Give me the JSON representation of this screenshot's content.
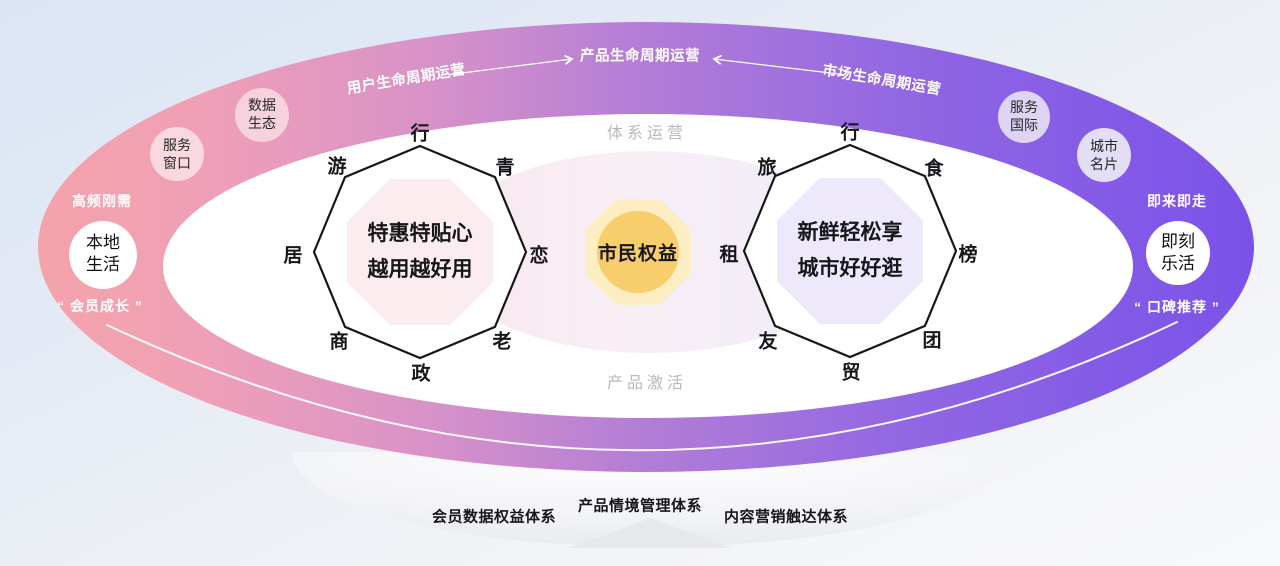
{
  "colors": {
    "ring_gradient_left": "#F4A3AA",
    "ring_gradient_mid": "#B27DD7",
    "ring_gradient_right": "#7A52E9",
    "sun_outer": "#FCEDC3",
    "sun_inner": "#F7CE6B",
    "left_octagon_glow": "#FBEDEF",
    "right_octagon_glow": "#EDE9FA",
    "pink_bubble": "#F8D6DD",
    "lavender_bubble": "#DFD8F4",
    "muted_text": "#B7B8BE",
    "dark_text": "#17171B"
  },
  "top_arc": {
    "left": "用户生命周期运营",
    "center": "产品生命周期运营",
    "right": "市场生命周期运营"
  },
  "inner_ring": {
    "top": "体系运营",
    "bottom": "产品激活"
  },
  "core": {
    "label": "市民权益"
  },
  "left_octagon": {
    "title_line1": "特惠特贴心",
    "title_line2": "越用越好用",
    "vertices": [
      "行",
      "青",
      "恋",
      "老",
      "政",
      "商",
      "居",
      "游"
    ]
  },
  "right_octagon": {
    "title_line1": "新鲜轻松享",
    "title_line2": "城市好好逛",
    "vertices": [
      "行",
      "食",
      "榜",
      "团",
      "贸",
      "友",
      "租",
      "旅"
    ]
  },
  "left_side": {
    "tag": "高频刚需",
    "bubble_small_1": {
      "line1": "数据",
      "line2": "生态"
    },
    "bubble_small_2": {
      "line1": "服务",
      "line2": "窗口"
    },
    "bubble_main": {
      "line1": "本地",
      "line2": "生活"
    },
    "quote": "“ 会员成长 ”"
  },
  "right_side": {
    "tag": "即来即走",
    "bubble_small_1": {
      "line1": "服务",
      "line2": "国际"
    },
    "bubble_small_2": {
      "line1": "城市",
      "line2": "名片"
    },
    "bubble_main": {
      "line1": "即刻",
      "line2": "乐活"
    },
    "quote": "“ 口碑推荐 ”"
  },
  "bottom_systems": [
    "会员数据权益体系",
    "产品情境管理体系",
    "内容营销触达体系"
  ]
}
